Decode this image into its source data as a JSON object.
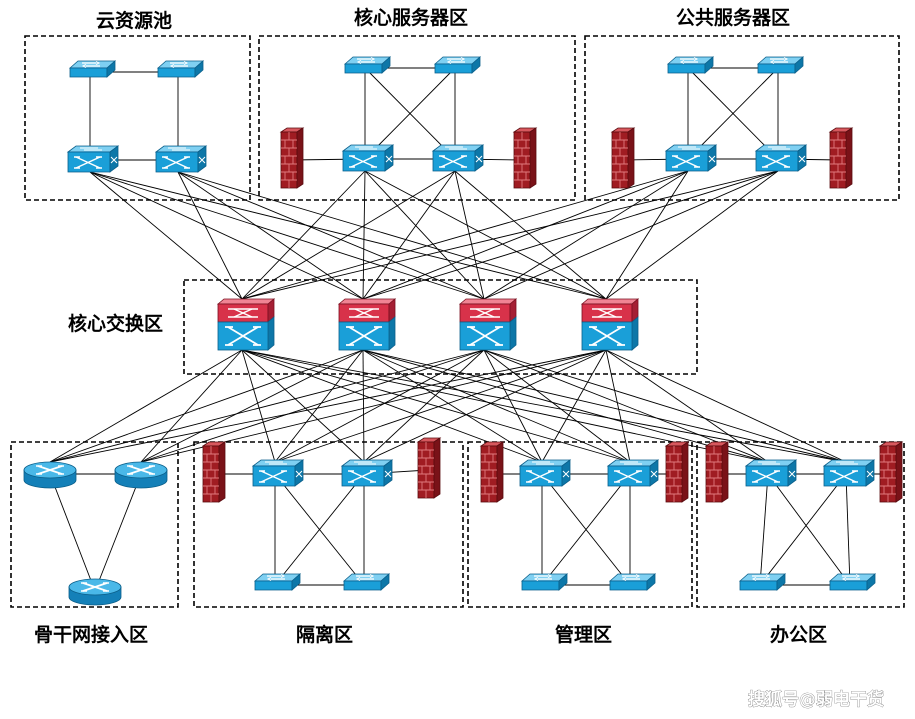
{
  "zones": {
    "cloud_pool": "云资源池",
    "core_server": "核心服务器区",
    "public_server": "公共服务器区",
    "core_switch": "核心交换区",
    "backbone": "骨干网接入区",
    "isolation": "隔离区",
    "management": "管理区",
    "office": "办公区"
  },
  "watermark": "搜狐号@弱电干货",
  "colors": {
    "switch_blue": "#1a9fd8",
    "core_red": "#d8324a",
    "firewall_red": "#a01c22",
    "line": "#000000"
  }
}
